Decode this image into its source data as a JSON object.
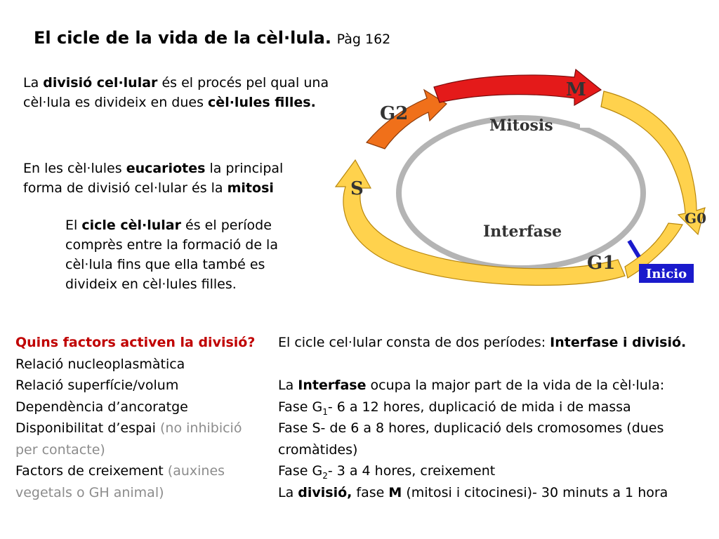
{
  "title": {
    "main": "El cicle de la vida de la cèl·lula.",
    "page": "Pàg 162"
  },
  "intro": {
    "p1": [
      {
        "t": "La ",
        "b": false
      },
      {
        "t": "divisió cel·lular",
        "b": true
      },
      {
        "t": " és el procés pel qual una cèl·lula es divideix en dues ",
        "b": false
      },
      {
        "t": "cèl·lules filles.",
        "b": true
      }
    ],
    "p2": [
      {
        "t": "En les cèl·lules ",
        "b": false
      },
      {
        "t": "eucariotes",
        "b": true
      },
      {
        "t": " la principal forma de divisió cel·lular és la ",
        "b": false
      },
      {
        "t": "mitosi",
        "b": true
      }
    ],
    "p3": [
      {
        "t": "El ",
        "b": false
      },
      {
        "t": "cicle cèl·lular",
        "b": true
      },
      {
        "t": " és el període comprès entre la formació de la cèl·lula fins que ella també es divideix en cèl·lules filles.",
        "b": false
      }
    ]
  },
  "factors": {
    "question": "Quins factors activen la divisió?",
    "items": [
      {
        "main": "Relació nucleoplasmàtica",
        "note": ""
      },
      {
        "main": "Relació superfície/volum",
        "note": ""
      },
      {
        "main": "Dependència d’ancoratge",
        "note": ""
      },
      {
        "main": "Disponibilitat d’espai ",
        "note": "(no inhibició per contacte)"
      },
      {
        "main": "Factors de creixement ",
        "note": "(auxines vegetals o GH animal)"
      }
    ]
  },
  "cycle": {
    "intro_pre": "El cicle cel·lular consta de dos períodes: ",
    "intro_bold": "Interfase i divisió.",
    "interfase_pre": "La ",
    "interfase_bold": "Interfase",
    "interfase_post": " ocupa la major part de la vida de la cèl·lula:",
    "g1_pre": "Fase G",
    "g1_sub": "1",
    "g1_post": "- 6 a 12 hores, duplicació de mida i de massa",
    "s_line": "Fase S-  de 6 a 8 hores, duplicació dels cromosomes (dues cromàtides)",
    "g2_pre": "Fase G",
    "g2_sub": "2",
    "g2_post": "- 3 a 4 hores, creixement",
    "div_pre": "La ",
    "div_bold": "divisió,",
    "div_mid": " fase ",
    "div_m": "M",
    "div_post": " (mitosi i citocinesi)- 30 minuts a 1 hora"
  },
  "diagram": {
    "labels": {
      "m": "M",
      "g2": "G2",
      "s": "S",
      "g1": "G1",
      "g0": "G0",
      "mitosis": "Mitosis",
      "interfase": "Interfase",
      "inicio": "Inicio"
    },
    "colors": {
      "m": "#e41a1a",
      "g2": "#f0701a",
      "s": "#ffd24d",
      "g1": "#ffd24d",
      "inner": "#b4b4b4",
      "inicio": "#1a1acc",
      "label": "#333333"
    }
  }
}
